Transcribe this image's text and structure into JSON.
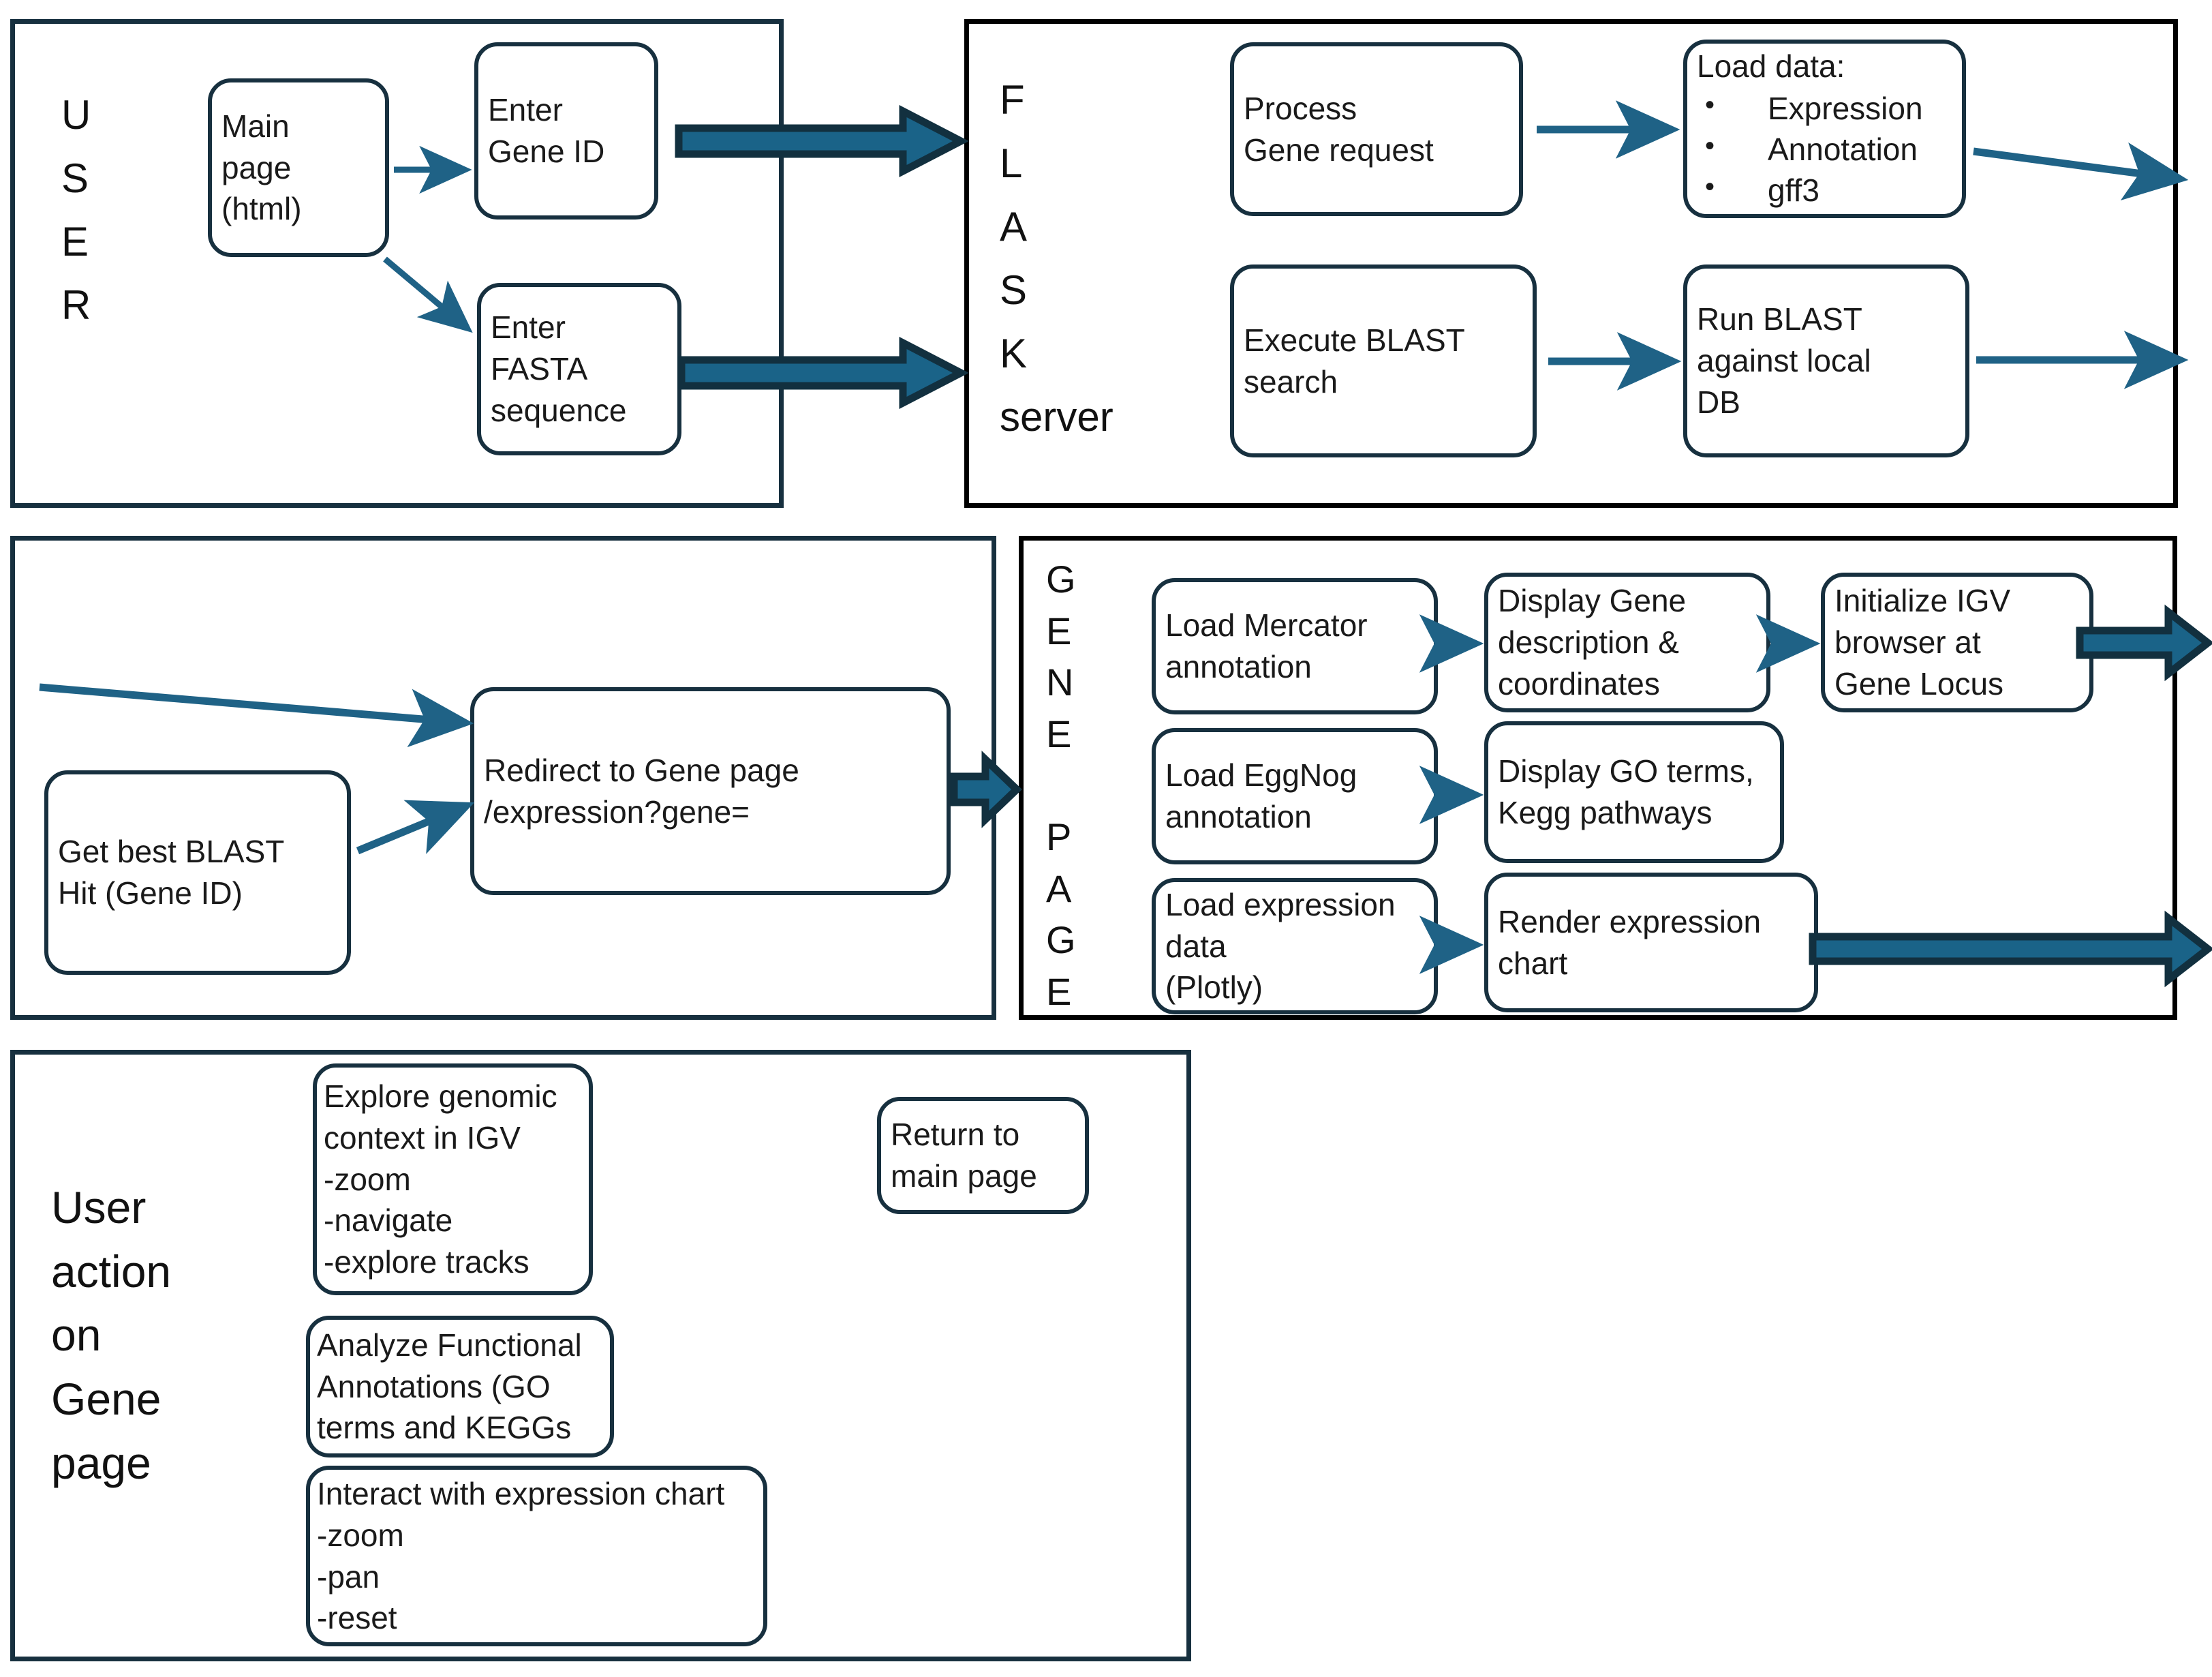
{
  "colors": {
    "panel_navy": "#17303f",
    "panel_black": "#000000",
    "arrow_thin": "#1f6286",
    "block_arrow_fill": "#1a6388",
    "block_arrow_stroke": "#12303f",
    "text": "#1a1a1a"
  },
  "panels": {
    "user": {
      "label": "U\nS\nE\nR",
      "boxes": [
        {
          "name": "main-page",
          "text": "Main\npage\n(html)"
        },
        {
          "name": "enter-gene-id",
          "text": "Enter\nGene ID"
        },
        {
          "name": "enter-fasta-sequence",
          "text": "Enter\nFASTA\nsequence"
        }
      ]
    },
    "flask": {
      "label": "F\nL\nA\nS\nK\nserver",
      "boxes": [
        {
          "name": "process-gene-request",
          "text": "Process\nGene request"
        },
        {
          "name": "load-data",
          "heading": "Load data:",
          "items": [
            "Expression",
            "Annotation",
            "gff3"
          ]
        },
        {
          "name": "execute-blast-search",
          "text": "Execute BLAST\nsearch"
        },
        {
          "name": "run-blast-local-db",
          "text": "Run BLAST\nagainst local\nDB"
        }
      ]
    },
    "redirect": {
      "boxes": [
        {
          "name": "get-best-blast-hit",
          "text": "Get best BLAST\nHit (Gene ID)"
        },
        {
          "name": "redirect-to-gene-page",
          "text": "Redirect to Gene page\n/expression?gene="
        }
      ]
    },
    "gene_page": {
      "label": "G\nE\nN\nE\n\nP\nA\nG\nE",
      "boxes": [
        {
          "name": "load-mercator-annotation",
          "text": "Load Mercator\nannotation"
        },
        {
          "name": "display-gene-description",
          "text": "Display Gene\ndescription &\ncoordinates"
        },
        {
          "name": "initialize-igv-browser",
          "text": "Initialize IGV\nbrowser at\nGene Locus"
        },
        {
          "name": "load-eggnog-annotation",
          "text": "Load EggNog\nannotation"
        },
        {
          "name": "display-go-terms",
          "text": "Display GO terms,\nKegg pathways"
        },
        {
          "name": "load-expression-data",
          "text": "Load expression\ndata\n(Plotly)"
        },
        {
          "name": "render-expression-chart",
          "text": "Render expression\nchart"
        }
      ]
    },
    "user_action": {
      "label": "User\naction\non\nGene\npage",
      "boxes": [
        {
          "name": "explore-genomic-context",
          "text": "Explore genomic\ncontext in IGV\n-zoom\n-navigate\n-explore tracks"
        },
        {
          "name": "analyze-functional-annotations",
          "text": "Analyze Functional\nAnnotations (GO\nterms and KEGGs"
        },
        {
          "name": "interact-with-expression-chart",
          "text": "Interact with expression chart\n-zoom\n-pan\n-reset"
        },
        {
          "name": "return-to-main-page",
          "text": "Return to\nmain page"
        }
      ]
    }
  }
}
